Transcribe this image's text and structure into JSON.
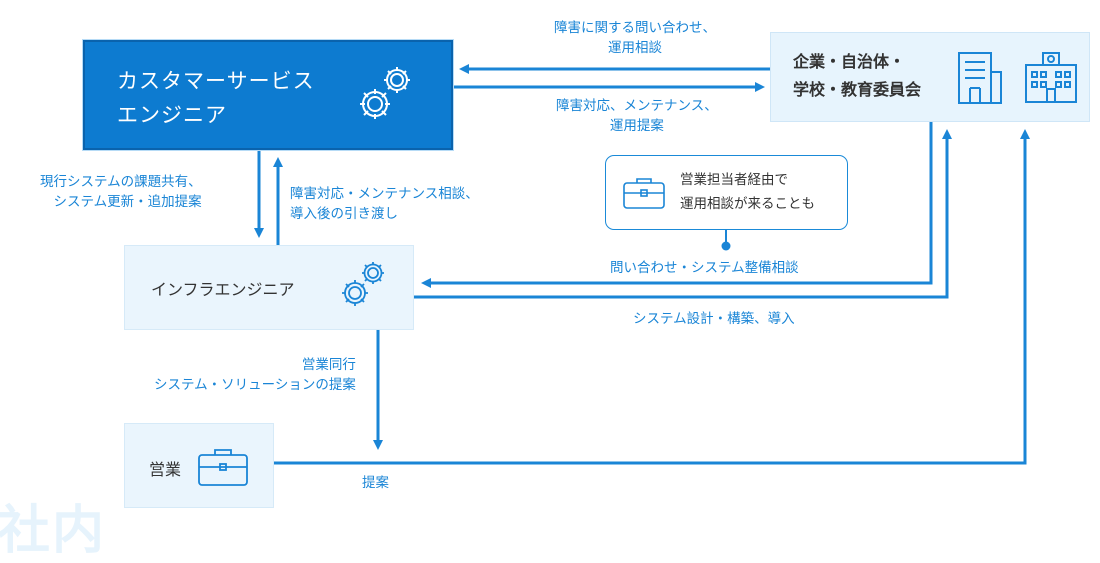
{
  "nodes": {
    "customer_service": "カスタマーサービス\nエンジニア",
    "client": "企業・自治体・\n学校・教育委員会",
    "infra": "インフラエンジニア",
    "sales": "営業",
    "callout": "営業担当者経由で\n運用相談が来ることも"
  },
  "labels": {
    "client_to_cs": "障害に関する問い合わせ、\n運用相談",
    "cs_to_client": "障害対応、メンテナンス、\n運用提案",
    "cs_to_infra": "現行システムの課題共有、\nシステム更新・追加提案",
    "infra_to_cs": "障害対応・メンテナンス相談、\n導入後の引き渡し",
    "client_to_infra": "問い合わせ・システム整備相談",
    "infra_to_client": "システム設計・構築、導入",
    "infra_to_sales": "営業同行\nシステム・ソリューションの提案",
    "sales_to_client": "提案"
  },
  "watermark": "社内",
  "icons": {
    "cs": "gears-icon",
    "client_left": "building-icon",
    "client_right": "school-icon",
    "infra": "gears-icon",
    "sales": "briefcase-icon",
    "callout": "briefcase-icon"
  },
  "colors": {
    "accent": "#1a85d6",
    "cs_fill": "#0d7bd0",
    "node_fill": "#eaf5fd"
  }
}
